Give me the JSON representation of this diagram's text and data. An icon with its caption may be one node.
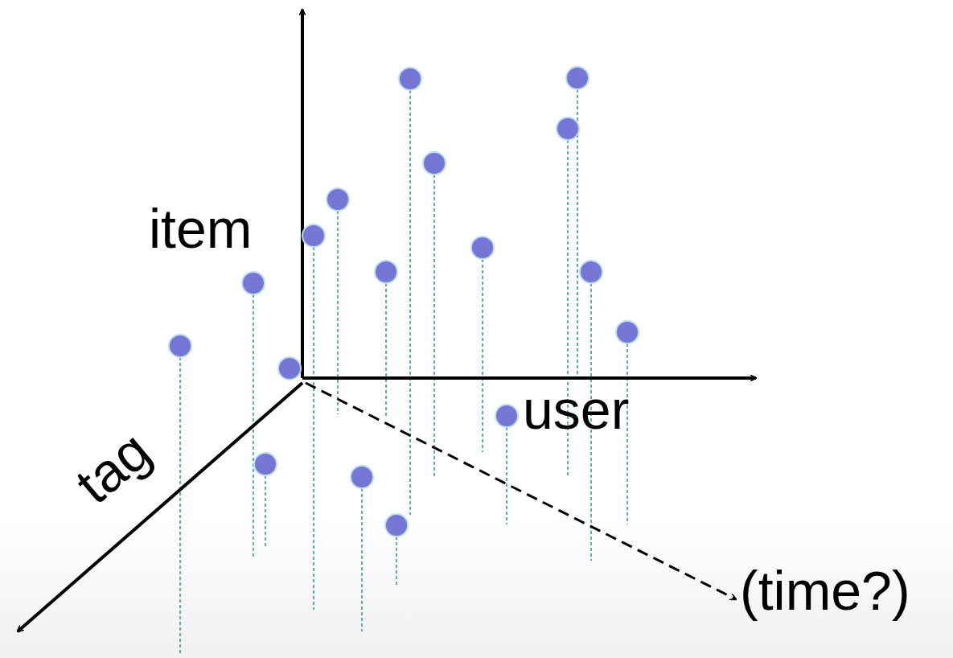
{
  "diagram": {
    "labels": [
      "item",
      "user",
      "tag",
      "(time?)"
    ]
  }
}
